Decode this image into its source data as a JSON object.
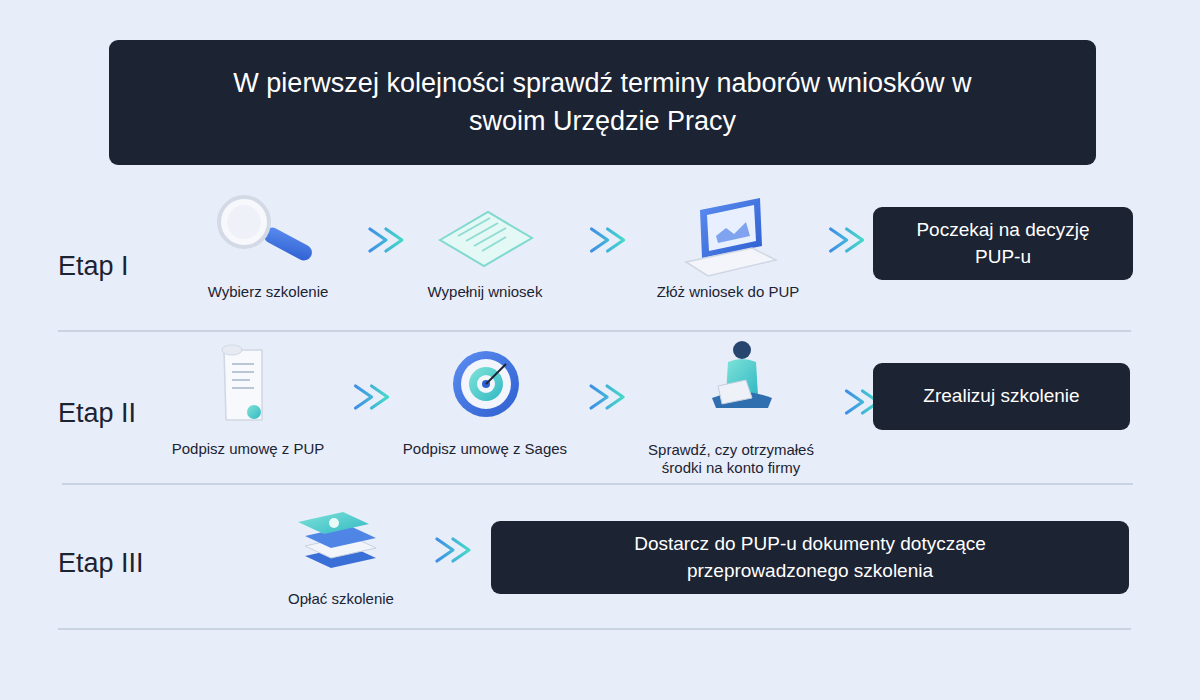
{
  "diagram": {
    "nodes": [
      {
        "text": [
          "W pierwszej kolejności sprawdź terminy naborów wniosków w swoim Urzędzie Pracy"
        ]
      },
      {
        "text": [
          "Wybierz szkolenie"
        ]
      },
      {
        "text": [
          "Wypełnij wniosek"
        ]
      },
      {
        "text": [
          "Złóż wniosek do PUP"
        ]
      },
      {
        "text": [
          "Poczekaj na decyzję PUP-u"
        ]
      },
      {
        "text": [
          "Podpisz umowę z PUP"
        ]
      },
      {
        "text": [
          "Podpisz umowę z Sages"
        ]
      },
      {
        "text": [
          "Sprawdź, czy otrzymałeś środki na konto firmy"
        ]
      },
      {
        "text": [
          "Zrealizuj szkolenie"
        ]
      },
      {
        "text": [
          "Opłać szkolenie"
        ]
      },
      {
        "text": [
          "Dostarcz do PUP-u dokumenty dotyczące przeprowadzonego szkolenia"
        ]
      }
    ],
    "edges": [
      {
        "from": 1,
        "to": 2,
        "arrow": "to"
      },
      {
        "from": 2,
        "to": 3,
        "arrow": "to"
      },
      {
        "from": 3,
        "to": 4,
        "arrow": "to"
      },
      {
        "from": 5,
        "to": 6,
        "arrow": "to"
      },
      {
        "from": 6,
        "to": 7,
        "arrow": "to"
      },
      {
        "from": 7,
        "to": 8,
        "arrow": "to"
      },
      {
        "from": 9,
        "to": 10,
        "arrow": "to"
      }
    ],
    "labels": [
      "Etap I",
      "Etap II",
      "Etap III"
    ]
  }
}
